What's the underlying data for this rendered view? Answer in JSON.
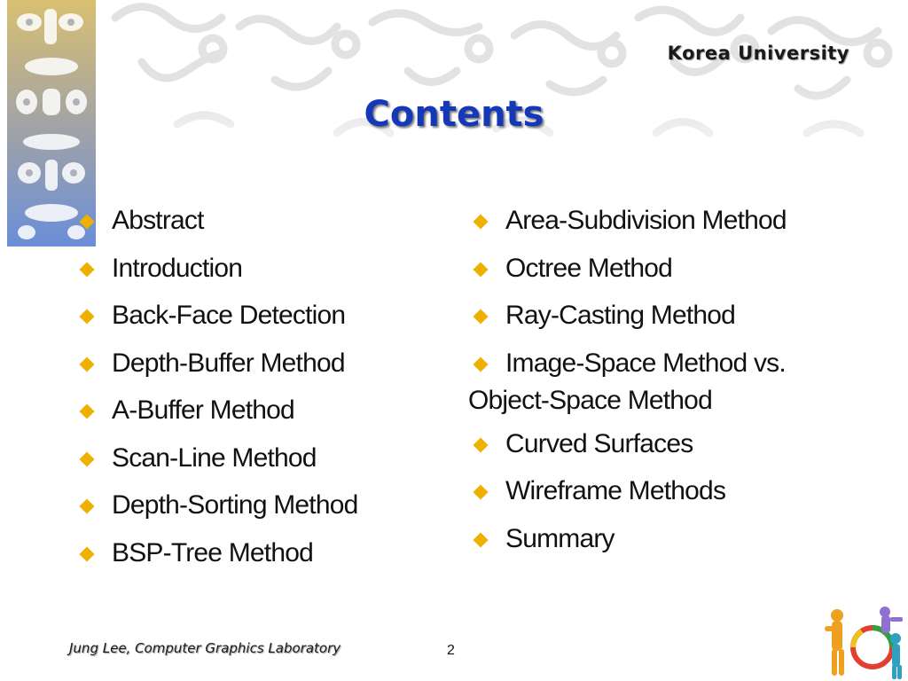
{
  "header": {
    "university": "Korea University"
  },
  "slide": {
    "title": "Contents"
  },
  "left_items": [
    "Abstract",
    "Introduction",
    "Back-Face Detection",
    "Depth-Buffer Method",
    "A-Buffer Method",
    "Scan-Line Method",
    "Depth-Sorting Method",
    "BSP-Tree Method"
  ],
  "right_items": [
    "Area-Subdivision Method",
    "Octree Method",
    "Ray-Casting Method",
    {
      "line1": "Image-Space Method vs.",
      "line2": "Object-Space Method"
    },
    "Curved Surfaces",
    "Wireframe Methods",
    "Summary"
  ],
  "footer": {
    "author": "Jung Lee, Computer Graphics Laboratory",
    "page": "2"
  },
  "colors": {
    "title": "#1538b8",
    "bullet": "#f0b000",
    "strip_top": "#d8c070",
    "strip_bottom": "#6a8ed8"
  }
}
